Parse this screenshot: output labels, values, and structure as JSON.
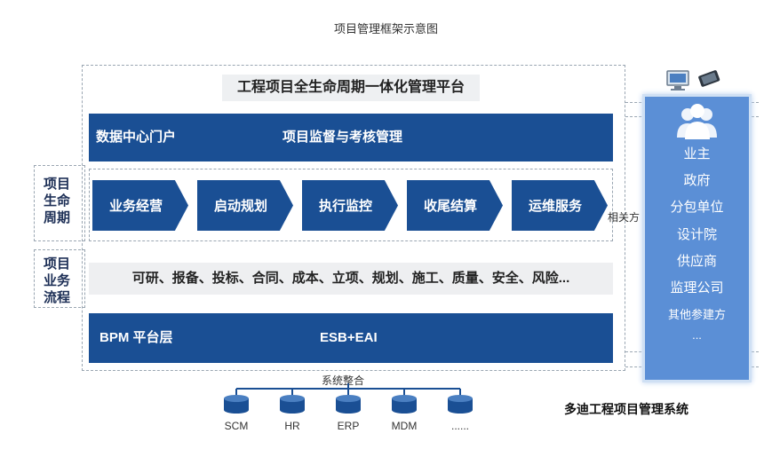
{
  "caption": "项目管理框架示意图",
  "platform_title": "工程项目全生命周期一体化管理平台",
  "top_band": {
    "left": "数据中心门户",
    "right": "项目监督与考核管理"
  },
  "lifecycle": {
    "label": [
      "项目",
      "生命",
      "周期"
    ],
    "stages": [
      "业务经营",
      "启动规划",
      "执行监控",
      "收尾结算",
      "运维服务"
    ]
  },
  "business_flow": {
    "label": [
      "项目",
      "业务",
      "流程"
    ],
    "text": "可研、报备、投标、合同、成本、立项、规划、施工、质量、安全、风险..."
  },
  "bottom_band": {
    "left": "BPM  平台层",
    "right": "ESB+EAI"
  },
  "related_parties": {
    "label": "相关方",
    "items": [
      "业主",
      "政府",
      "分包单位",
      "设计院",
      "供应商",
      "监理公司",
      "其他参建方",
      "..."
    ]
  },
  "integration": {
    "label": "系统整合",
    "systems": [
      "SCM",
      "HR",
      "ERP",
      "MDM",
      "......"
    ]
  },
  "company": "多迪工程项目管理系统",
  "colors": {
    "primary_blue": "#1a4f94",
    "stakeholder_blue": "#5b8fd6"
  }
}
